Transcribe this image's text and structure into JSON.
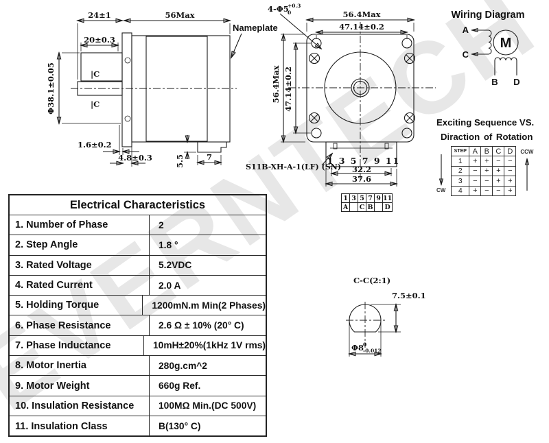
{
  "watermark": "EVERNTECH",
  "side_view": {
    "nameplate_label": "Nameplate",
    "c_mark": "|C",
    "dims": {
      "shaft_len": "24±1",
      "body_len": "56Max",
      "boss_len": "20±0.3",
      "pilot_dia": "Φ38.1±0.05",
      "boss_thk": "1.6±0.2",
      "flange_thk": "4.8±0.3",
      "tab_h": "5.5",
      "tab_w": "7"
    }
  },
  "front_view": {
    "dims": {
      "width_max": "56.4Max",
      "hole_span_h": "47.14±0.2",
      "height_max": "56.4Max",
      "hole_span_v": "47.14±0.2",
      "holes_callout": "4-Φ5",
      "holes_tol_up": "+0.3",
      "holes_tol_dn": "0",
      "conn_inner": "32.2",
      "conn_outer": "37.6"
    },
    "connector_label": "S11B-XH-A-1(LF) (SN)",
    "pin_numbers": "1 3 5 7 9 11"
  },
  "wiring": {
    "title": "Wiring Diagram",
    "motor": "M",
    "term_a": "A",
    "term_c": "C",
    "term_b": "B",
    "term_d": "D"
  },
  "sequence": {
    "title_line1": "Exciting Sequence VS.",
    "title_line2": "Diraction of  Rotation",
    "headers": [
      "STEP",
      "A",
      "B",
      "C",
      "D"
    ],
    "rows": [
      [
        "1",
        "+",
        "+",
        "−",
        "−"
      ],
      [
        "2",
        "−",
        "+",
        "+",
        "−"
      ],
      [
        "3",
        "−",
        "−",
        "+",
        "+"
      ],
      [
        "4",
        "+",
        "−",
        "−",
        "+"
      ]
    ],
    "cw": "CW",
    "ccw": "CCW"
  },
  "pin_table": {
    "pins": [
      "1",
      "3",
      "5",
      "7",
      "9",
      "11"
    ],
    "phases": [
      "A",
      "",
      "C",
      "B",
      "",
      "D"
    ]
  },
  "section": {
    "title": "C-C(2:1)",
    "flat_dim": "7.5±0.1",
    "dia_dim": "Φ8",
    "dia_tol_up": "0",
    "dia_tol_dn": "-0.012"
  },
  "elec": {
    "title": "Electrical Characteristics",
    "rows": [
      {
        "label": "1. Number of Phase",
        "value": "2"
      },
      {
        "label": "2. Step Angle",
        "value": "1.8 °"
      },
      {
        "label": "3. Rated Voltage",
        "value": "5.2VDC"
      },
      {
        "label": "4. Rated Current",
        "value": "2.0 A"
      },
      {
        "label": "5. Holding Torque",
        "value": "1200mN.m Min(2 Phases)"
      },
      {
        "label": "6. Phase Resistance",
        "value": "2.6 Ω ± 10%  (20° C)"
      },
      {
        "label": "7. Phase Inductance",
        "value": "10mH±20%(1kHz 1V rms)"
      },
      {
        "label": "8. Motor Inertia",
        "value": "280g.cm^2"
      },
      {
        "label": "9. Motor Weight",
        "value": "660g Ref."
      },
      {
        "label": "10. Insulation Resistance",
        "value": "100MΩ Min.(DC 500V)"
      },
      {
        "label": "11. Insulation Class",
        "value": "B(130° C)"
      }
    ]
  }
}
